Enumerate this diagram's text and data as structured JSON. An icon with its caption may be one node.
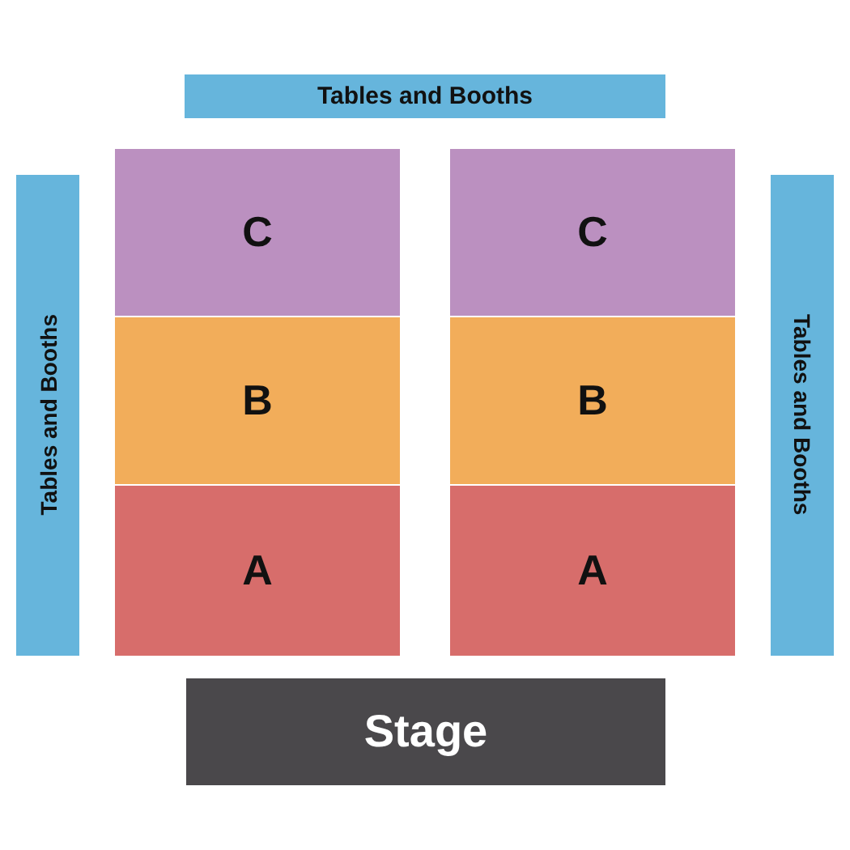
{
  "diagram": {
    "nodes": [
      {
        "text": [
          "Tables and Booths"
        ]
      },
      {
        "text": [
          "Tables and Booths"
        ]
      },
      {
        "text": [
          "C"
        ]
      },
      {
        "text": [
          "C"
        ]
      },
      {
        "text": [
          "Tables and Booths"
        ]
      },
      {
        "text": [
          "B"
        ]
      },
      {
        "text": [
          "B"
        ]
      },
      {
        "text": [
          "A"
        ]
      },
      {
        "text": [
          "A"
        ]
      },
      {
        "text": [
          "Stage"
        ]
      }
    ]
  }
}
